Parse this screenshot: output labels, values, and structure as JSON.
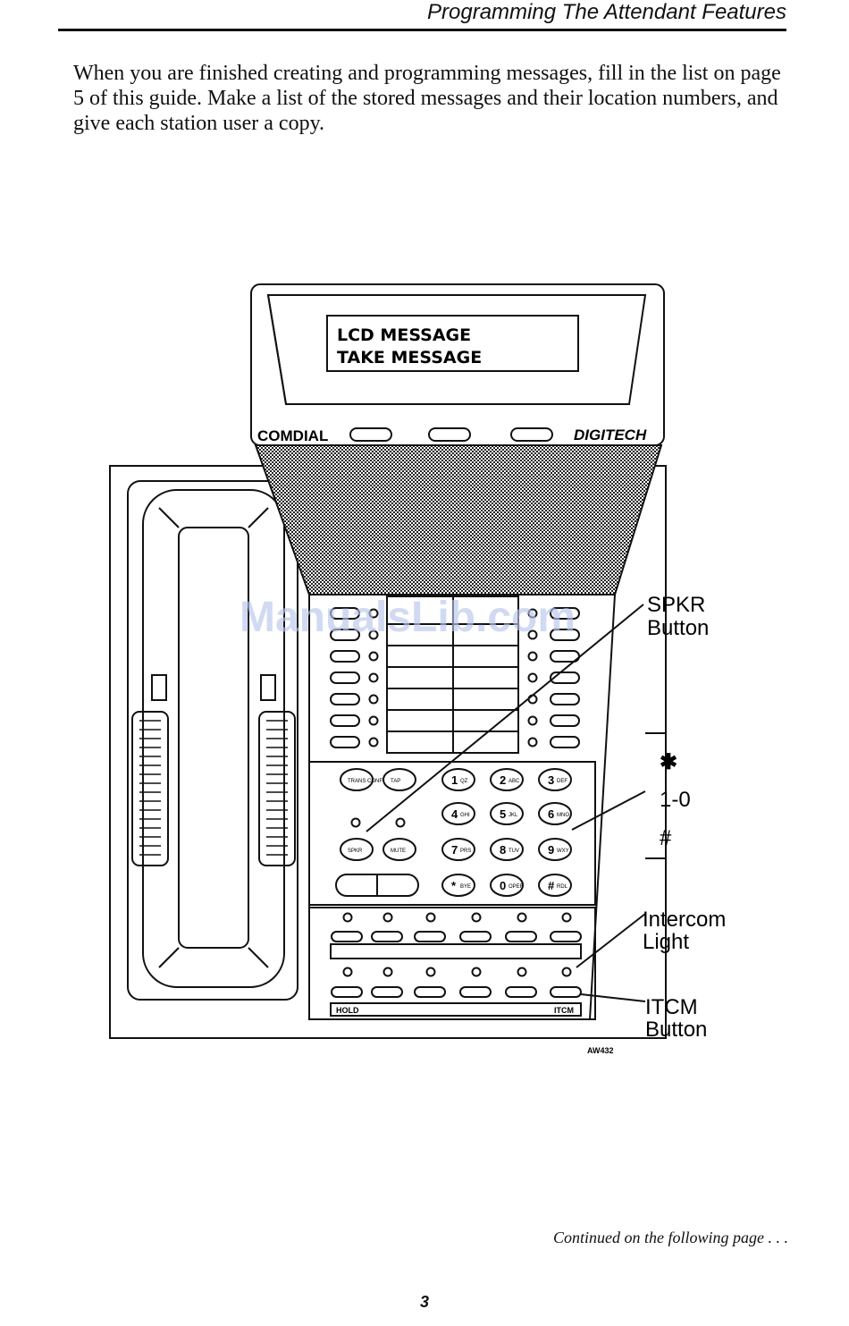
{
  "header": {
    "title": "Programming The Attendant Features"
  },
  "intro": "When you are finished creating and programming messages, fill in the list on page 5 of this guide. Make a list of the stored messages and their location numbers, and give each station user a copy.",
  "figure": {
    "lcd_line1": "LCD MESSAGE",
    "lcd_line2": "TAKE MESSAGE",
    "brand_left": "COMDIAL",
    "brand_right": "DIGITECH",
    "callouts": {
      "spkr_1": "SPKR",
      "spkr_2": "Button",
      "star": "✱",
      "digits": "1-0",
      "hash": "#",
      "intercom_1": "Intercom",
      "intercom_2": "Light",
      "itcm_1": "ITCM",
      "itcm_2": "Button"
    },
    "key_labels": {
      "hold": "HOLD",
      "itcm": "ITCM",
      "trans": "TRANS CONF",
      "tap": "TAP",
      "spkr": "SPKR",
      "mute": "MUTE"
    },
    "keys": [
      {
        "main": "1",
        "sub": "QZ"
      },
      {
        "main": "2",
        "sub": "ABC"
      },
      {
        "main": "3",
        "sub": "DEF"
      },
      {
        "main": "4",
        "sub": "GHI"
      },
      {
        "main": "5",
        "sub": "JKL"
      },
      {
        "main": "6",
        "sub": "MNO"
      },
      {
        "main": "7",
        "sub": "PRS"
      },
      {
        "main": "8",
        "sub": "TUV"
      },
      {
        "main": "9",
        "sub": "WXY"
      },
      {
        "main": "*",
        "sub": "BYE"
      },
      {
        "main": "0",
        "sub": "OPER"
      },
      {
        "main": "#",
        "sub": "RDL"
      }
    ],
    "figure_id": "AW432",
    "watermark": "ManualsLib.com"
  },
  "footer": {
    "continued": "Continued on the following page . . .",
    "page_number": "3"
  }
}
